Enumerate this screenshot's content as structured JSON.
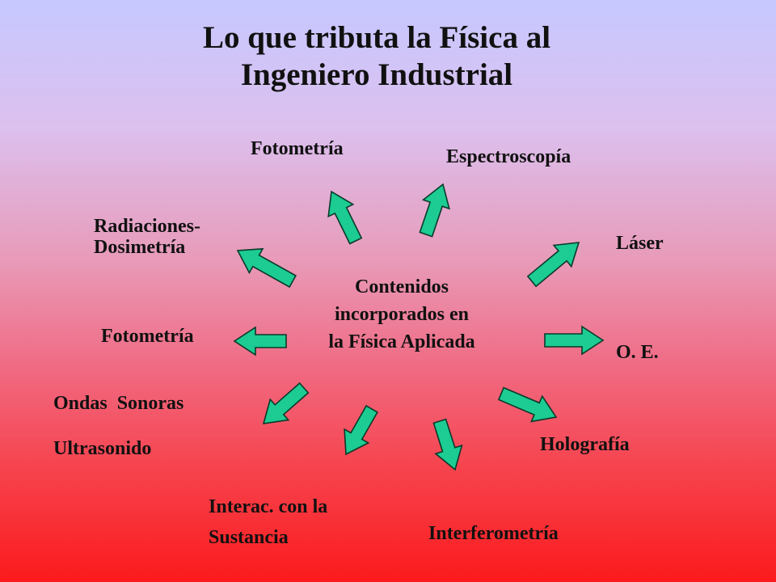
{
  "title": {
    "line1": "Lo que tributa la Física al",
    "line2": "Ingeniero Industrial"
  },
  "center": {
    "line1": "Contenidos",
    "line2": "incorporados en",
    "line3": "la Física Aplicada"
  },
  "nodes": {
    "fotometria_top": "Fotometría",
    "espectroscopia": "Espectroscopía",
    "radiaciones_line1": "Radiaciones-",
    "radiaciones_line2": "Dosimetría",
    "laser": "Láser",
    "fotometria_left": "Fotometría",
    "oe": "O. E.",
    "ondas_line1": "Ondas  Sonoras",
    "ondas_line2": "Ultrasonido",
    "holografia": "Holografía",
    "interac_line1": "Interac. con la",
    "interac_line2": "Sustancia",
    "interferometria": "Interferometría"
  },
  "colors": {
    "arrow_fill": "#1ccc92",
    "arrow_outline": "#0a3a2a"
  }
}
